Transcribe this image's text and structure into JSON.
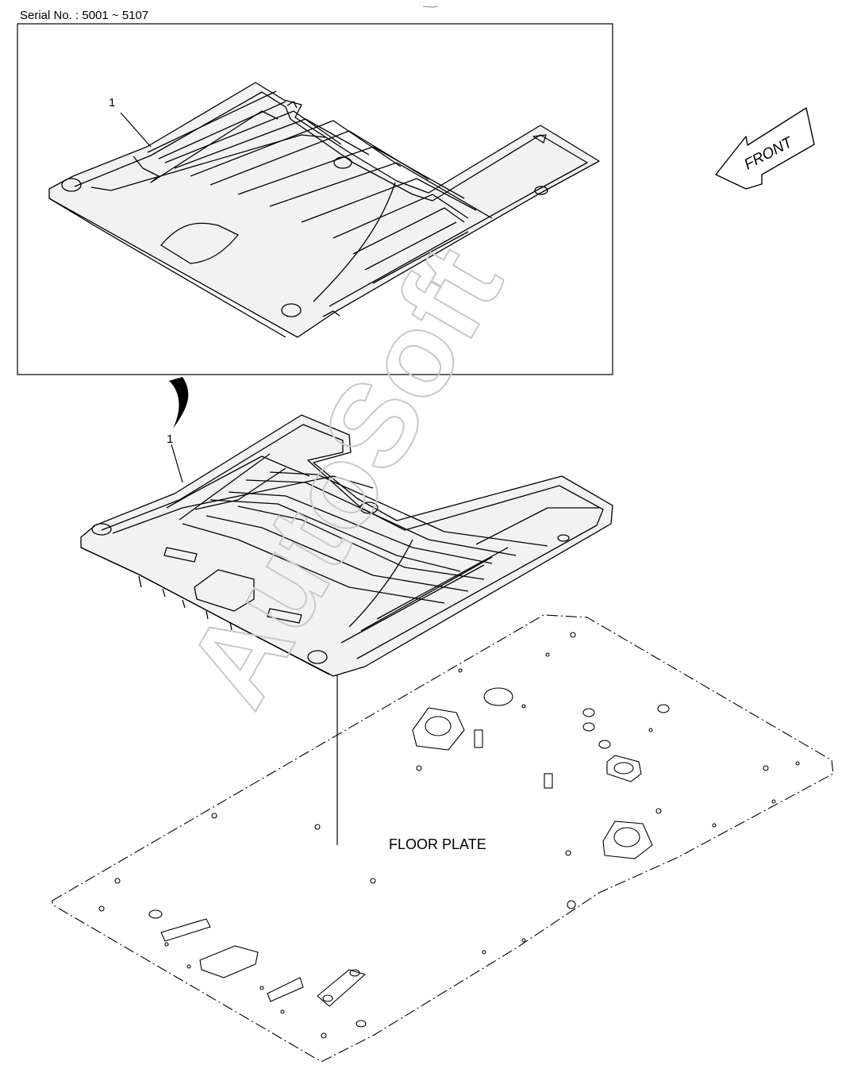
{
  "serial_label": "Serial No. : 5001 ~ 5107",
  "callouts": [
    {
      "number": "1"
    },
    {
      "number": "1"
    }
  ],
  "front_label": "FRONT",
  "floor_plate_label": "FLOOR PLATE",
  "watermark": "AutoSoft"
}
